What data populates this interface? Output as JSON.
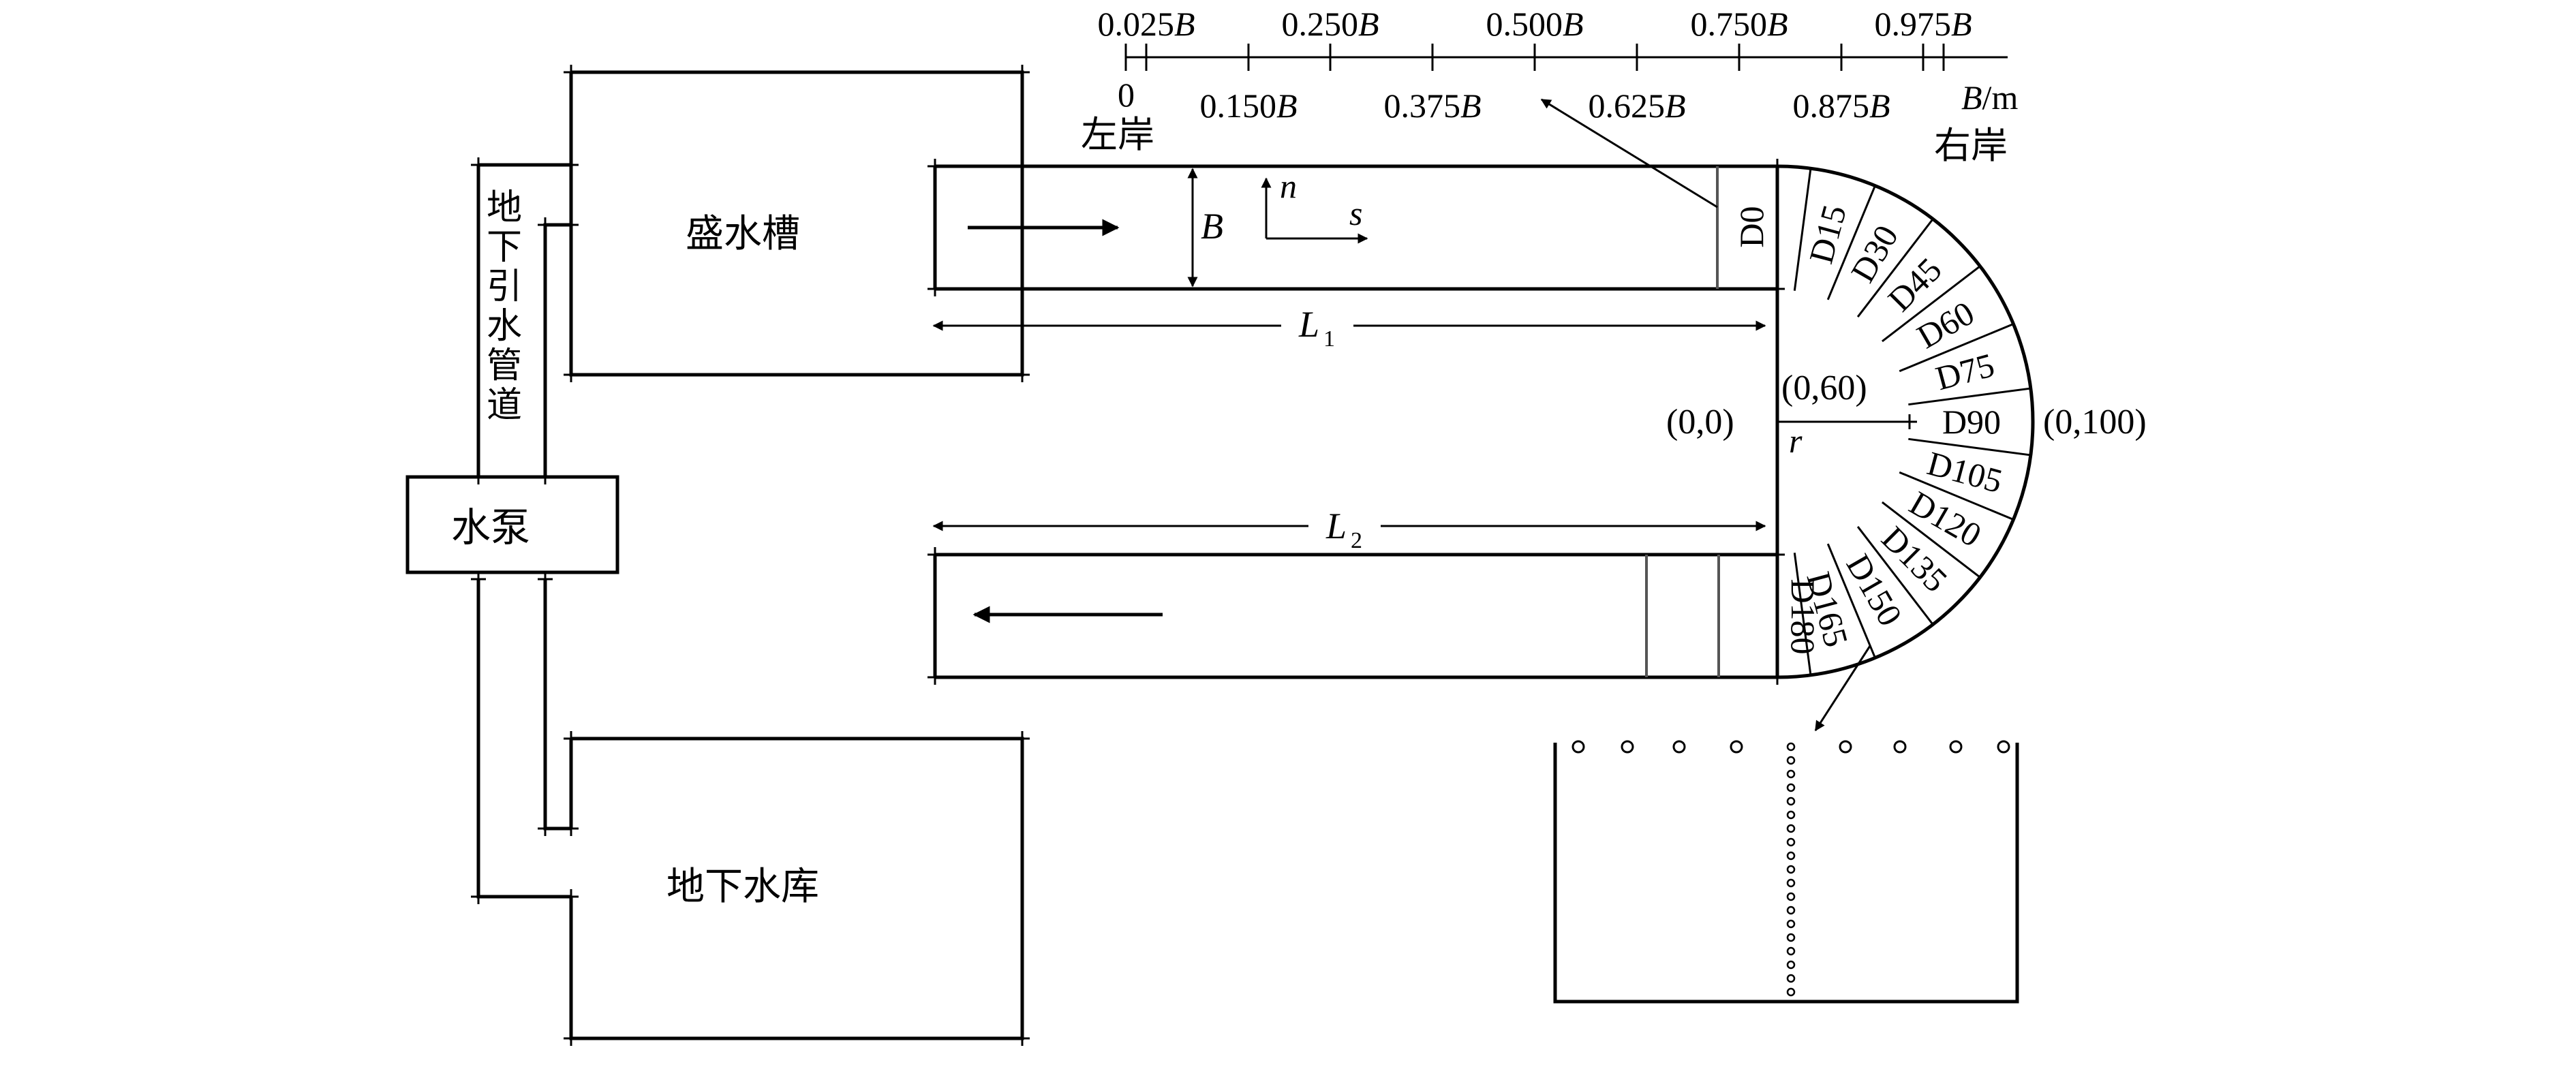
{
  "labels": {
    "upper_tank": "盛水槽",
    "pump": "水泵",
    "reservoir": "地下水库",
    "pipe_chars": [
      "地",
      "下",
      "引",
      "水",
      "管",
      "道"
    ],
    "width_symbol": "B",
    "axis_n": "n",
    "axis_s": "s",
    "length_1": "L",
    "length_1_sub": "1",
    "length_2": "L",
    "length_2_sub": "2",
    "radius_symbol": "r",
    "coord_origin": "(0,0)",
    "coord_inner": "(0,60)",
    "coord_outer": "(0,100)"
  },
  "scale": {
    "top_fractions": [
      "0.025",
      "0.250",
      "0.500",
      "0.750",
      "0.975"
    ],
    "bottom_fractions": [
      "0.150",
      "0.375",
      "0.625",
      "0.875"
    ],
    "fraction_suffix": "B",
    "zero": "0",
    "unit_symbol": "B",
    "unit_suffix": "/m",
    "left_bank": "左岸",
    "right_bank": "右岸"
  },
  "sections": [
    "D0",
    "D15",
    "D30",
    "D45",
    "D60",
    "D75",
    "D90",
    "D105",
    "D120",
    "D135",
    "D150",
    "D165",
    "D180"
  ]
}
